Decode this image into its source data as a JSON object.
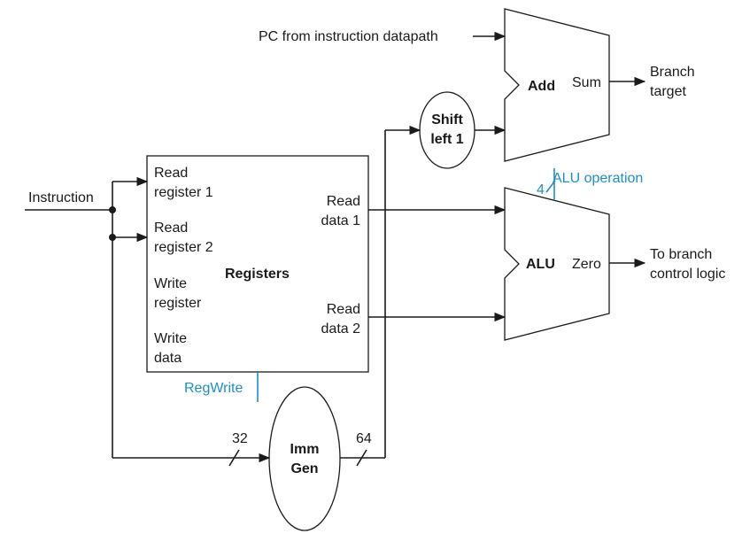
{
  "inputs": {
    "pc": "PC from instruction datapath",
    "instruction": "Instruction"
  },
  "adder": {
    "name": "Add",
    "output": "Sum"
  },
  "branch_target": [
    "Branch",
    "target"
  ],
  "shift_unit": [
    "Shift",
    "left 1"
  ],
  "alu": {
    "name": "ALU",
    "output": "Zero",
    "op_width": "4",
    "op_label": "ALU operation"
  },
  "branch_logic": [
    "To branch",
    "control logic"
  ],
  "registers": {
    "title": "Registers",
    "read_register_1": [
      "Read",
      "register 1"
    ],
    "read_register_2": [
      "Read",
      "register 2"
    ],
    "write_register": [
      "Write",
      "register"
    ],
    "write_data": [
      "Write",
      "data"
    ],
    "read_data_1": [
      "Read",
      "data 1"
    ],
    "read_data_2": [
      "Read",
      "data 2"
    ],
    "reg_write": "RegWrite"
  },
  "imm_gen": {
    "name": [
      "Imm",
      "Gen"
    ],
    "in_width": "32",
    "out_width": "64"
  },
  "colors": {
    "wire": "#1a1a1a",
    "control": "#1f8ec6"
  }
}
